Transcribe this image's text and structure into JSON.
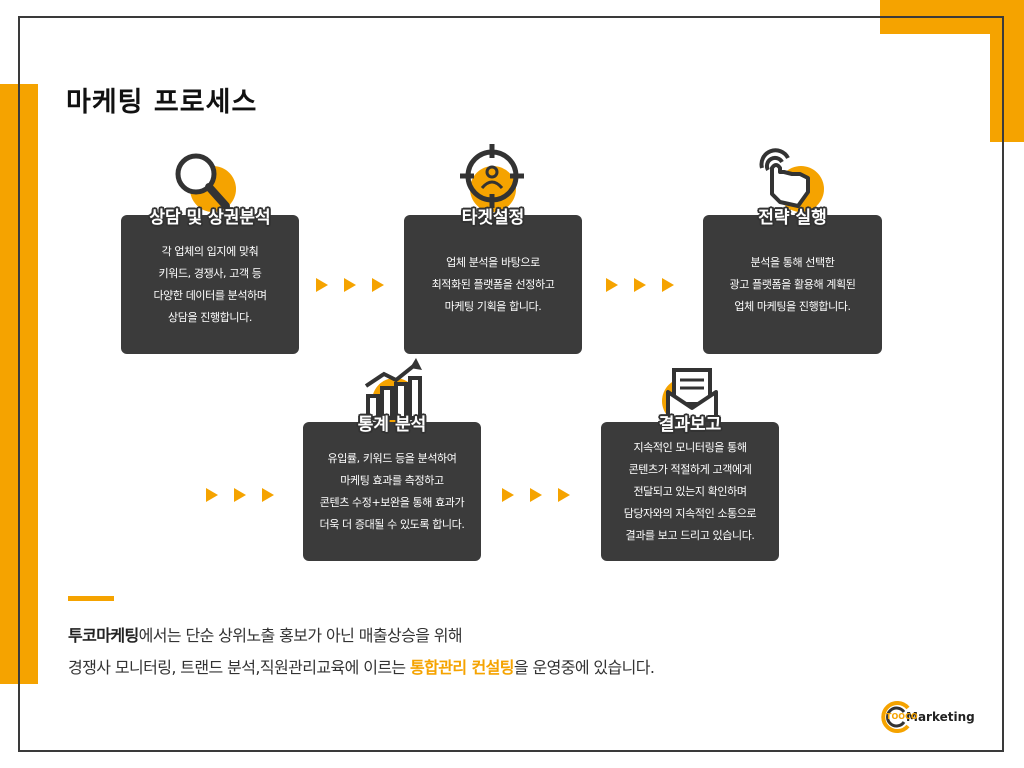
{
  "title": "마케팅 프로세스",
  "steps": [
    {
      "label": "상담 및 상권분석",
      "icon": "magnifier-icon",
      "desc": "각 업체의 입지에 맞춰\n키워드, 경쟁사, 고객 등\n다양한 데이터를 분석하며\n상담을 진행합니다."
    },
    {
      "label": "타겟설정",
      "icon": "target-icon",
      "desc": "업체 분석을 바탕으로\n최적화된 플랫폼을 선정하고\n마케팅 기획을 합니다."
    },
    {
      "label": "전략 실행",
      "icon": "touch-hand-icon",
      "desc": "분석을 통해 선택한\n광고 플랫폼을 활용해 계획된\n업체 마케팅을 진행합니다."
    },
    {
      "label": "통계 분석",
      "icon": "bar-chart-icon",
      "desc": "유입률, 키워드 등을 분석하여\n마케팅 효과를 측정하고\n콘텐츠 수정+보완을 통해 효과가\n더욱 더 증대될 수 있도록 합니다."
    },
    {
      "label": "결과보고",
      "icon": "envelope-report-icon",
      "desc": "지속적인 모니터링을 통해\n콘텐츠가 적절하게 고객에게\n전달되고 있는지 확인하며\n담당자와의 지속적인 소통으로\n결과를 보고 드리고 있습니다."
    }
  ],
  "summary": {
    "line1_bold": "투코마케팅",
    "line1_rest": "에서는 단순 상위노출 홍보가 아닌 매출상승을 위해",
    "line2_pre": "경쟁사 모니터링, 트랜드 분석,직원관리교육에 이르는 ",
    "line2_highlight": "통합관리 컨설팅",
    "line2_post": "을 운영중에 있습니다."
  },
  "logo": {
    "sub": "TOOCO",
    "text": "Marketing"
  },
  "colors": {
    "accent": "#F5A300",
    "card": "#3b3b3b",
    "frame": "#3a3a3a"
  }
}
